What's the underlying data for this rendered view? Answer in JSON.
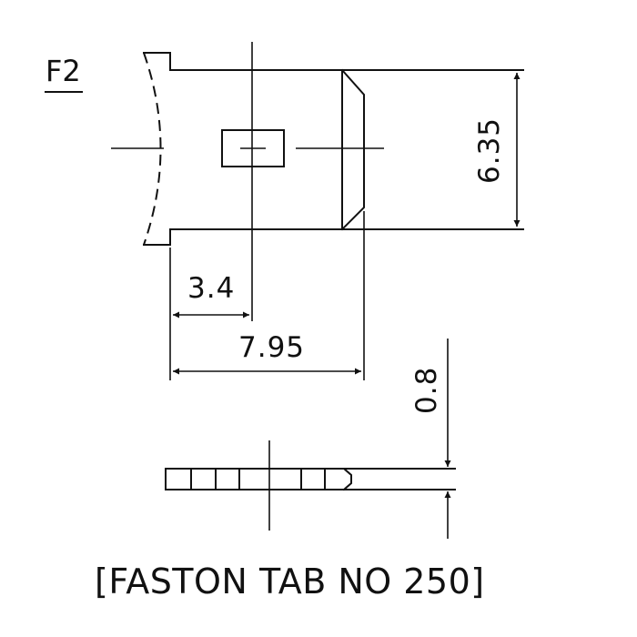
{
  "diagram": {
    "label": "F2",
    "dimensions": {
      "hole_offset": "3.4",
      "tab_length": "7.95",
      "tab_width": "6.35",
      "tab_thickness": "0.8"
    },
    "caption": "[FASTON TAB NO 250]"
  },
  "colors": {
    "ink": "#111111",
    "background": "#ffffff"
  }
}
